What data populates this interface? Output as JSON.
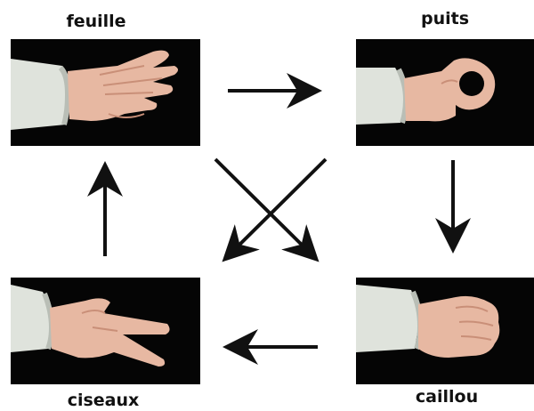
{
  "gestures": [
    {
      "id": "feuille",
      "label": "feuille"
    },
    {
      "id": "puits",
      "label": "puits"
    },
    {
      "id": "ciseaux",
      "label": "ciseaux"
    },
    {
      "id": "caillou",
      "label": "caillou"
    }
  ],
  "relations": [
    {
      "from": "feuille",
      "to": "puits"
    },
    {
      "from": "puits",
      "to": "caillou"
    },
    {
      "from": "caillou",
      "to": "ciseaux"
    },
    {
      "from": "ciseaux",
      "to": "feuille"
    },
    {
      "from": "puits",
      "to": "ciseaux"
    },
    {
      "from": "feuille",
      "to": "caillou"
    }
  ],
  "colors": {
    "arrow": "#111111",
    "photo_background": "#050505",
    "sleeve": "#dfe3dc",
    "skin": "#e7b8a2",
    "skin_shadow": "#c98f78"
  }
}
